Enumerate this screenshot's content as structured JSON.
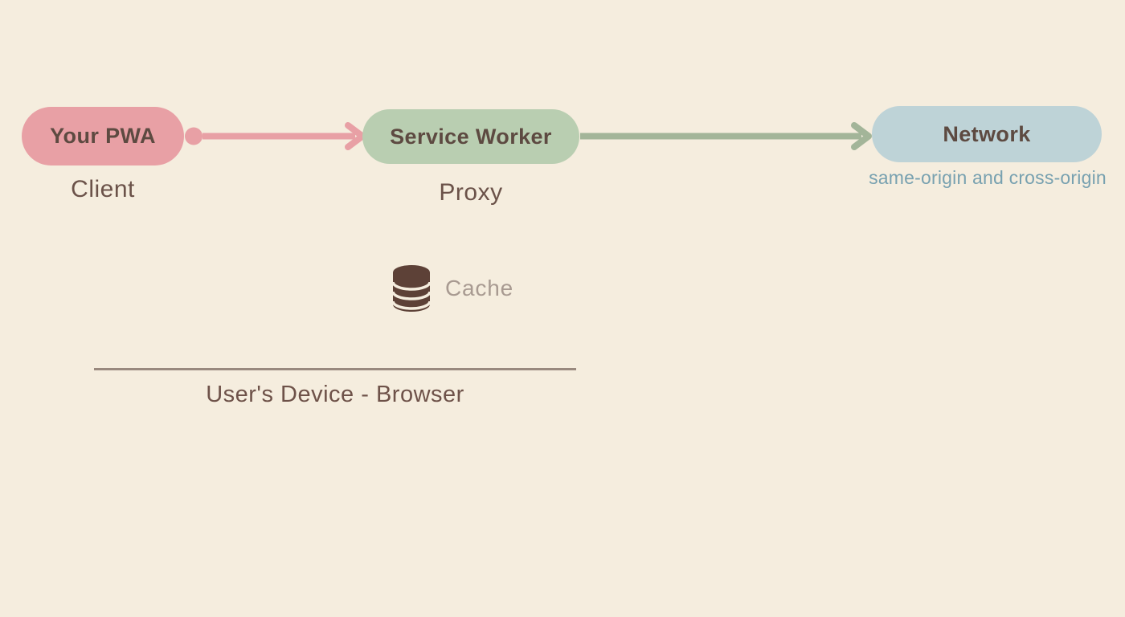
{
  "diagram": {
    "nodes": [
      {
        "id": "pwa",
        "label": "Your PWA",
        "sublabel": "Client"
      },
      {
        "id": "service_worker",
        "label": "Service Worker",
        "sublabel": "Proxy"
      },
      {
        "id": "network",
        "label": "Network",
        "sublabel": "same-origin and cross-origin"
      }
    ],
    "edges": [
      {
        "from": "pwa",
        "to": "service_worker",
        "style": "dot-start-arrow-end",
        "color": "#e8a0a5"
      },
      {
        "from": "service_worker",
        "to": "network",
        "style": "arrow-end",
        "color": "#a3b599"
      }
    ],
    "cache": {
      "label": "Cache",
      "icon": "database-icon"
    },
    "device_boundary": {
      "label": "User's Device - Browser"
    },
    "colors": {
      "background": "#f5edde",
      "pwa_pill": "#e8a0a5",
      "service_worker_pill": "#b9ceb1",
      "network_pill": "#bed3d7",
      "pill_text": "#5d4a41",
      "label_text": "#6b5249",
      "pink_arrow": "#e8a0a5",
      "green_arrow": "#a3b599",
      "network_sublabel_text": "#78a1b0",
      "cache_icon": "#5d4137",
      "cache_label_text": "#a89a91",
      "boundary_line": "#99897e"
    }
  }
}
